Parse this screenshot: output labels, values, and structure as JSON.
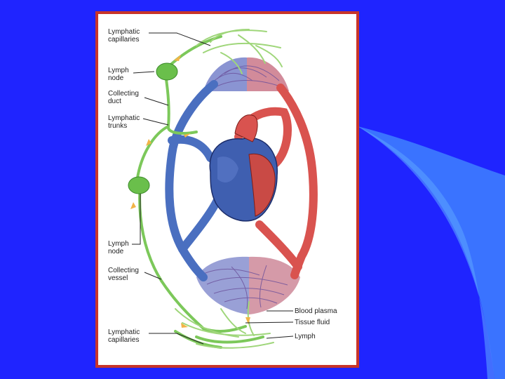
{
  "slide": {
    "background_color": "#1f24ff",
    "frame_border_color": "#c8352a"
  },
  "diagram": {
    "labels_left": [
      {
        "id": "lymphatic-capillaries-top",
        "text": "Lymphatic\ncapillaries"
      },
      {
        "id": "lymph-node-top",
        "text": "Lymph\nnode"
      },
      {
        "id": "collecting-duct",
        "text": "Collecting\nduct"
      },
      {
        "id": "lymphatic-trunks",
        "text": "Lymphatic\ntrunks"
      },
      {
        "id": "lymph-node-bottom",
        "text": "Lymph\nnode"
      },
      {
        "id": "collecting-vessel",
        "text": "Collecting\nvessel"
      },
      {
        "id": "lymphatic-capillaries-bottom",
        "text": "Lymphatic\ncapillaries"
      }
    ],
    "labels_right": [
      {
        "id": "blood-plasma",
        "text": "Blood plasma"
      },
      {
        "id": "tissue-fluid",
        "text": "Tissue fluid"
      },
      {
        "id": "lymph",
        "text": "Lymph"
      }
    ],
    "colors": {
      "lymph": "#7cc85a",
      "vein": "#4a6fc0",
      "artery": "#d9534f",
      "arrow": "#f2b447"
    }
  }
}
